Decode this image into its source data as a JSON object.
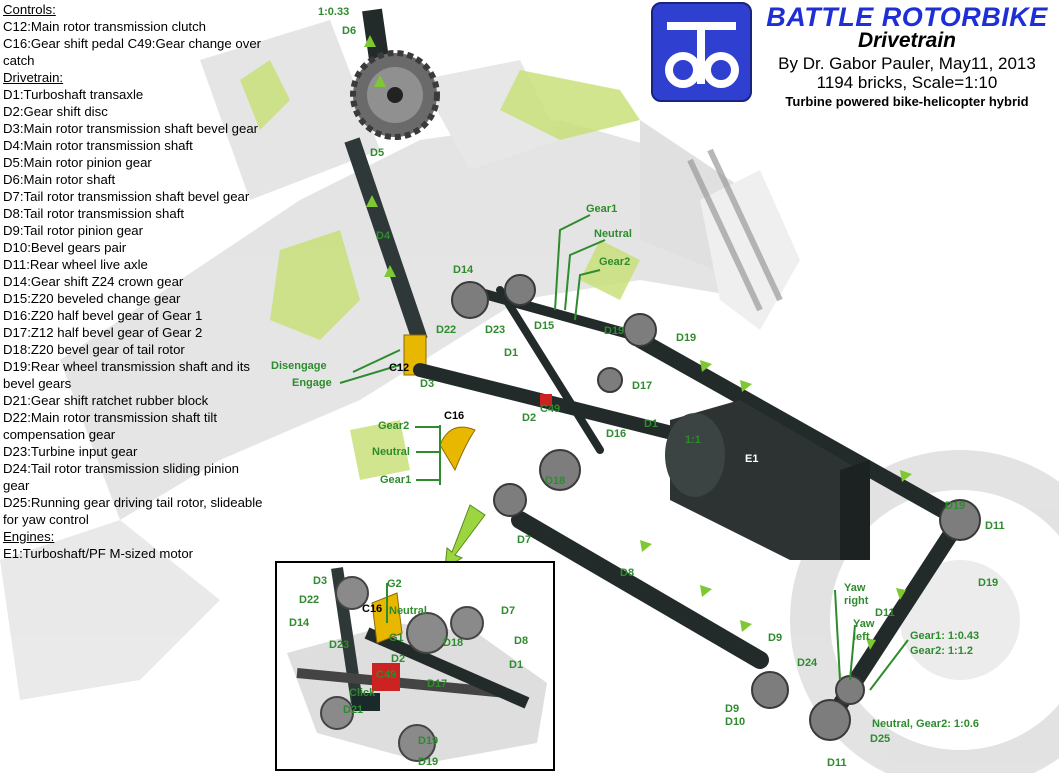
{
  "legend": {
    "controls_heading": "Controls:",
    "controls": [
      "C12:Main rotor transmission clutch",
      "C16:Gear shift pedal  C49:Gear change over catch"
    ],
    "drivetrain_heading": "Drivetrain:",
    "drivetrain": [
      "D1:Turboshaft transaxle",
      "D2:Gear shift disc",
      "D3:Main rotor transmission shaft bevel gear",
      "D4:Main rotor transmission shaft",
      "D5:Main rotor pinion gear",
      "D6:Main rotor shaft",
      "D7:Tail rotor transmission shaft bevel gear",
      "D8:Tail rotor transmission shaft",
      "D9:Tail rotor pinion gear",
      "D10:Bevel gears pair",
      "D11:Rear wheel live axle",
      "D14:Gear shift Z24 crown gear",
      "D15:Z20 beveled change gear",
      "D16:Z20 half bevel gear of Gear 1",
      "D17:Z12 half bevel gear of Gear 2",
      "D18:Z20 bevel gear of tail rotor",
      "D19:Rear wheel transmission shaft and its bevel gears",
      "D21:Gear shift ratchet rubber block",
      "D22:Main rotor transmission shaft tilt compensation gear",
      "D23:Turbine input gear",
      "D24:Tail rotor transmission sliding pinion gear",
      "D25:Running gear driving tail rotor, slideable for yaw control"
    ],
    "engines_heading": "Engines:",
    "engines": [
      "E1:Turboshaft/PF M-sized motor"
    ]
  },
  "header": {
    "title": "BATTLE ROTORBIKE",
    "subtitle": "Drivetrain",
    "author": "By Dr. Gabor Pauler, May11, 2013",
    "bricks": "1194 bricks, Scale=1:10",
    "description": "Turbine powered bike-helicopter hybrid"
  },
  "colors": {
    "label_green": "#2e8b2e",
    "logo_blue": "#2f3fd0",
    "title_blue": "#1f2fd6",
    "shaft_dark": "#222a2a",
    "clutch_yellow": "#e8b800",
    "frame_lime": "#c8e07a",
    "chassis_gray": "#b8b8b8"
  },
  "labels": {
    "ratio_top": "1:0.33",
    "d6": "D6",
    "d5": "D5",
    "d4": "D4",
    "d14": "D14",
    "d22": "D22",
    "d23": "D23",
    "d15": "D15",
    "d1a": "D1",
    "d1b": "D1",
    "d19a": "D19",
    "d19b": "D19",
    "d19c": "D19",
    "d19d": "D19",
    "d17": "D17",
    "d3": "D3",
    "c12": "C12",
    "c49": "C49",
    "d2": "D2",
    "d16": "D16",
    "c16": "C16",
    "d18": "D18",
    "d7": "D7",
    "d8": "D8",
    "e1": "E1",
    "ratio_engine": "1:1",
    "d11a": "D11",
    "d11b": "D11",
    "d11c": "D11",
    "d9a": "D9",
    "d9b": "D9",
    "d10": "D10",
    "d24": "D24",
    "d25": "D25",
    "gear1_top": "Gear1",
    "neutral_top": "Neutral",
    "gear2_top": "Gear2",
    "disengage": "Disengage",
    "engage": "Engage",
    "gear2_left": "Gear2",
    "neutral_left": "Neutral",
    "gear1_left": "Gear1",
    "yaw_right": "Yaw\nright",
    "yaw_left": "Yaw\nleft",
    "gear_ratios_1": "Gear1: 1:0.43",
    "gear_ratios_2": "Gear2: 1:1.2",
    "neutral_ratio": "Neutral, Gear2: 1:0.6"
  },
  "inset": {
    "d3": "D3",
    "g2": "G2",
    "d22": "D22",
    "c16": "C16",
    "neutral": "Neutral",
    "d7": "D7",
    "d14": "D14",
    "g1": "G1",
    "d8": "D8",
    "d23": "D23",
    "d18": "D18",
    "d1": "D1",
    "d2": "D2",
    "c49": "C49",
    "d17": "D17",
    "click": "Click",
    "d21": "D21",
    "d19a": "D19",
    "d19b": "D19"
  }
}
